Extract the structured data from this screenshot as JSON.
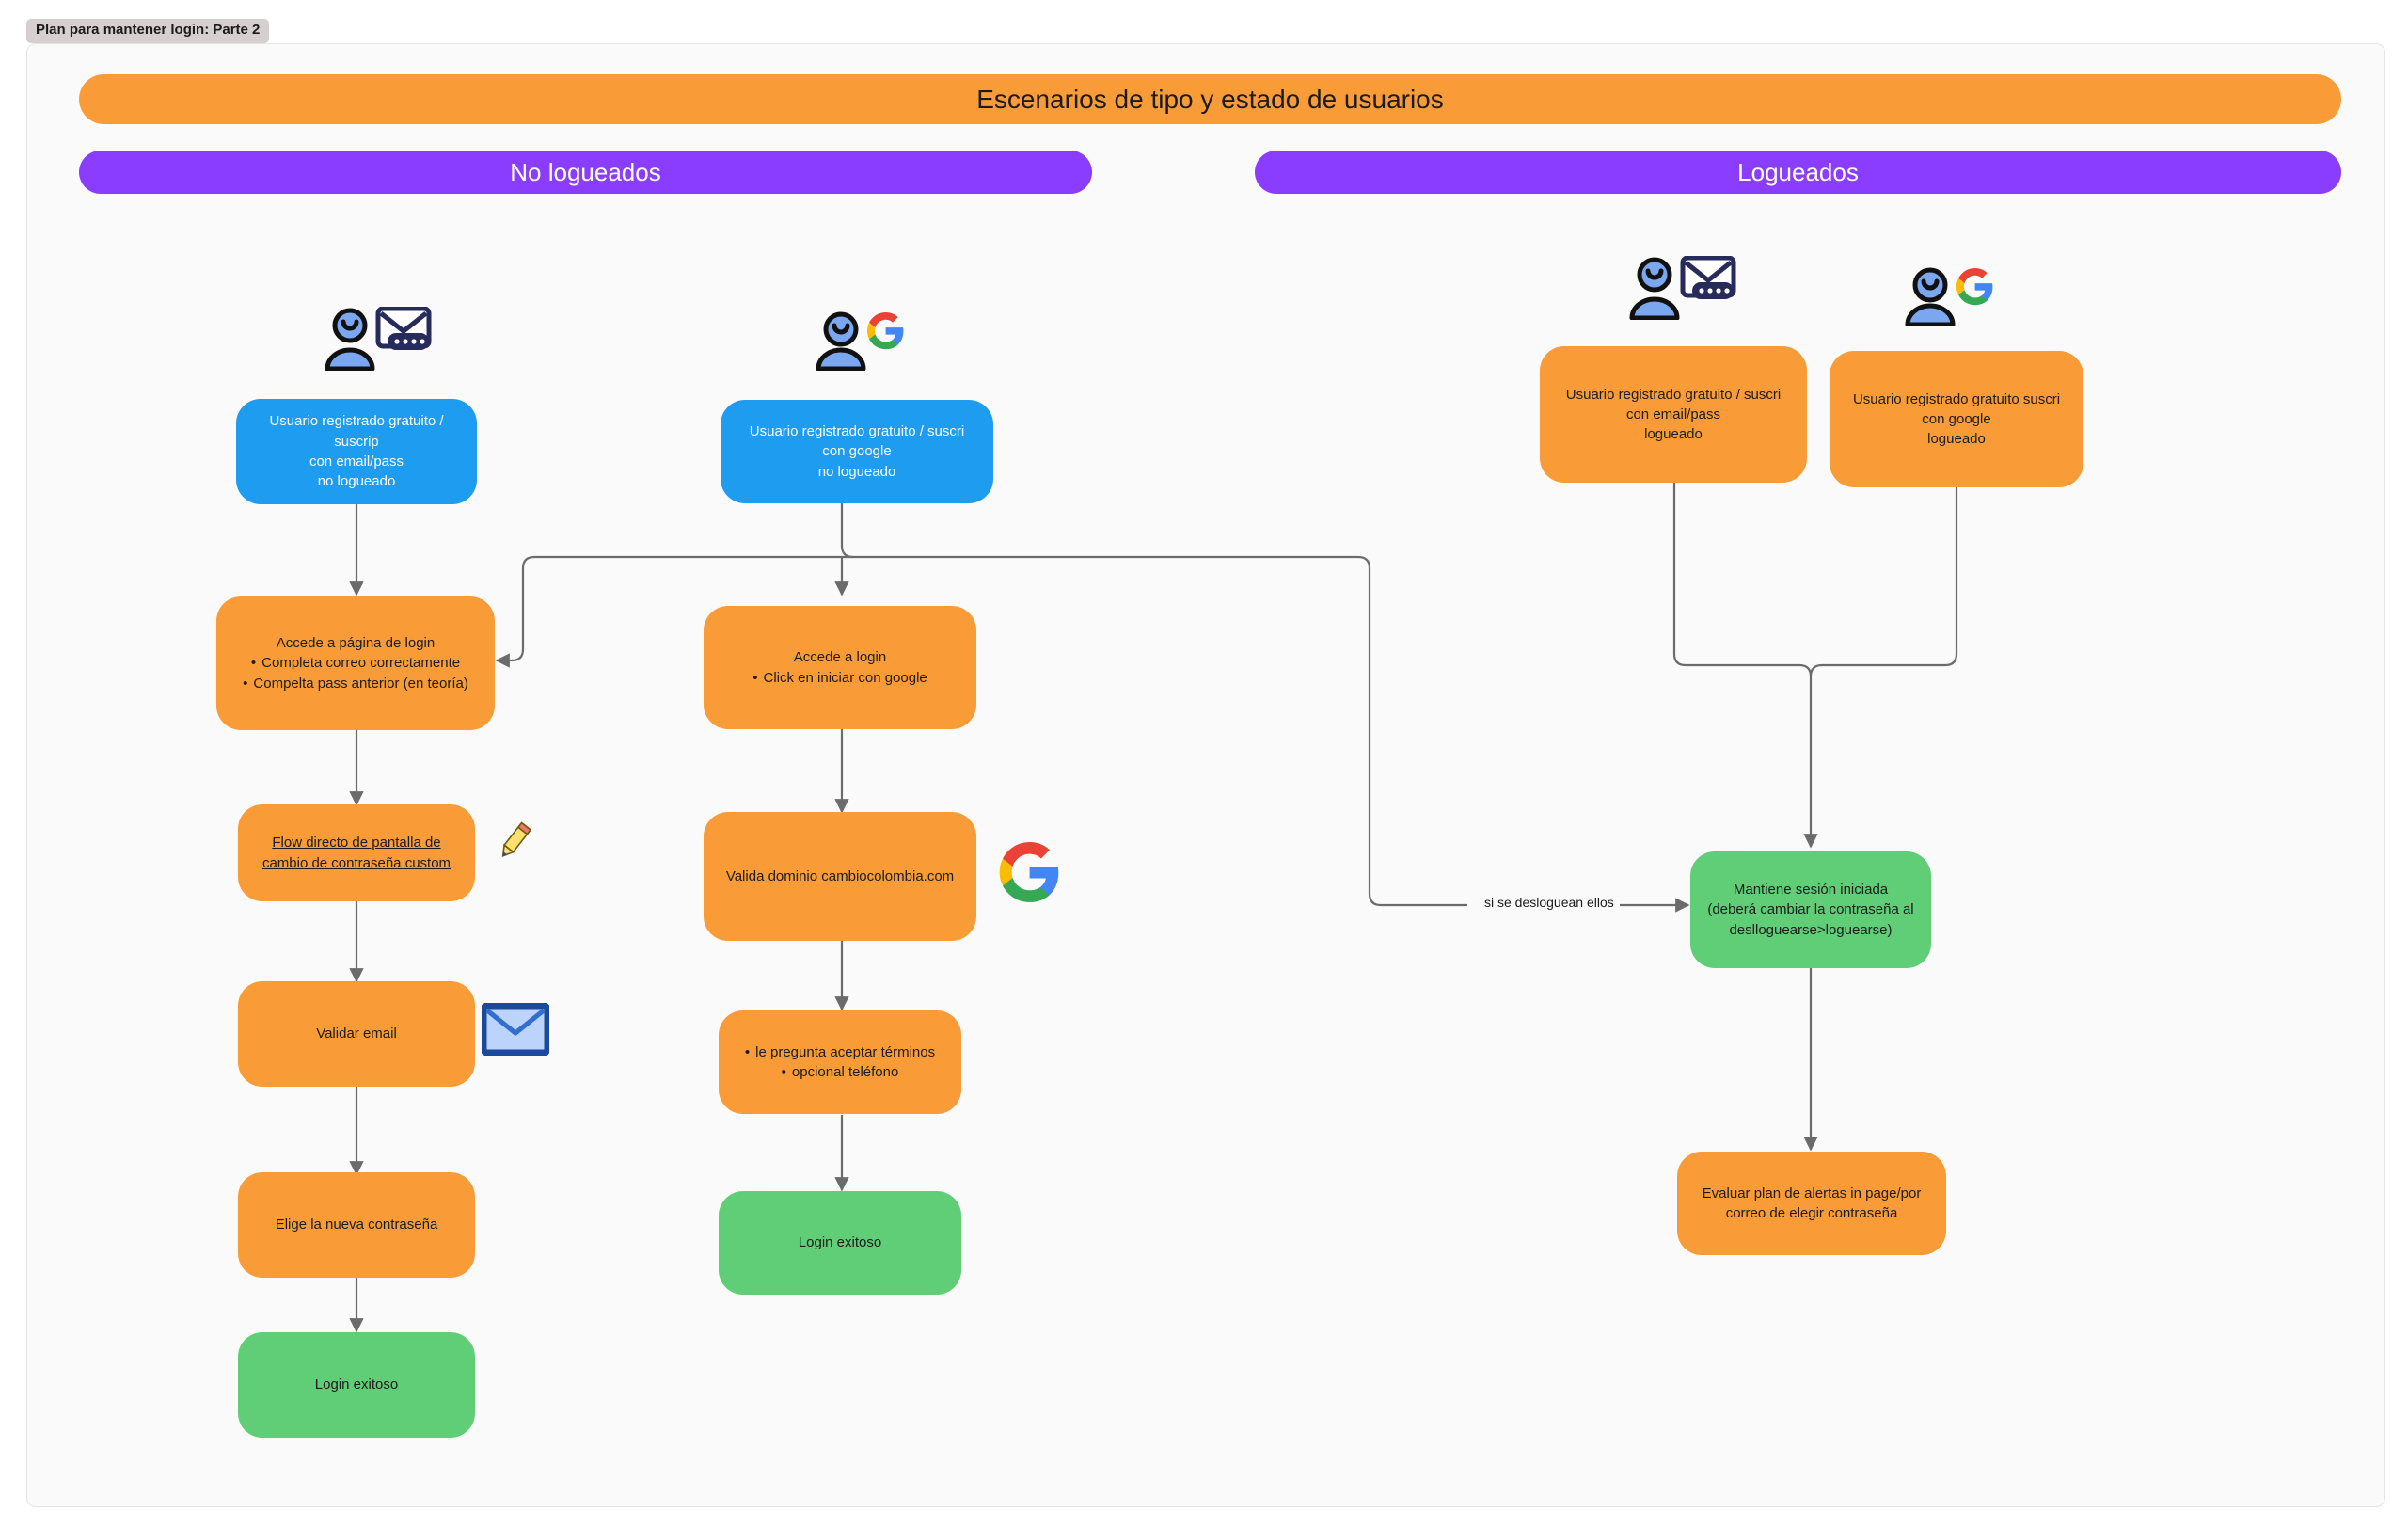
{
  "frame": {
    "title": "Plan para mantener login: Parte 2"
  },
  "banners": {
    "main": "Escenarios de tipo y estado de usuarios",
    "left": "No logueados",
    "right": "Logueados"
  },
  "nodes": {
    "user_email_not_logged": {
      "line1": "Usuario registrado gratuito /",
      "line2": "suscrip",
      "line3": "con email/pass",
      "line4": "no logueado"
    },
    "user_google_not_logged": {
      "line1": "Usuario registrado gratuito / suscri",
      "line2": "con google",
      "line3": "no logueado"
    },
    "user_email_logged": {
      "line1": "Usuario registrado gratuito / suscri",
      "line2": "con email/pass",
      "line3": "logueado"
    },
    "user_google_logged": {
      "line1": "Usuario registrado gratuito suscri",
      "line2": "con google",
      "line3": "logueado"
    },
    "accede_login_page": {
      "title": "Accede a página de login",
      "bullet1": "Completa correo correctamente",
      "bullet2": "Compelta pass anterior (en teoría)"
    },
    "flow_directo": {
      "line1": "Flow directo de pantalla de",
      "line2": "cambio de contraseña custom"
    },
    "validar_email": {
      "label": "Validar email"
    },
    "elige_password": {
      "label": "Elige la nueva contraseña"
    },
    "login_exitoso_left": {
      "label": "Login exitoso"
    },
    "accede_login_google": {
      "title": "Accede a login",
      "bullet1": "Click en iniciar con google"
    },
    "valida_dominio": {
      "label": "Valida dominio cambiocolombia.com"
    },
    "terminos": {
      "bullet1": "le pregunta aceptar términos",
      "bullet2": "opcional teléfono"
    },
    "login_exitoso_mid": {
      "label": "Login exitoso"
    },
    "mantiene_sesion": {
      "line1": "Mantiene sesión iniciada",
      "line2": "(deberá cambiar la contraseña al",
      "line3": "deslloguearse>loguearse)"
    },
    "evaluar_plan": {
      "line1": "Evaluar plan de alertas in page/por",
      "line2": "correo de elegir contraseña"
    }
  },
  "edge_labels": {
    "desloguean": "si se desloguean ellos"
  },
  "icons": {
    "user_email_1": "user-email-password-icon",
    "user_google_1": "user-google-icon",
    "user_email_2": "user-email-password-icon",
    "user_google_2": "user-google-icon",
    "pencil": "pencil-icon",
    "envelope": "envelope-icon",
    "google": "google-logo-icon"
  },
  "colors": {
    "orange": "#f99c38",
    "purple": "#8b3dff",
    "blue": "#1e9cf0",
    "green": "#5fce77",
    "edge": "#6b6b6b",
    "board_bg": "#fafafa"
  }
}
